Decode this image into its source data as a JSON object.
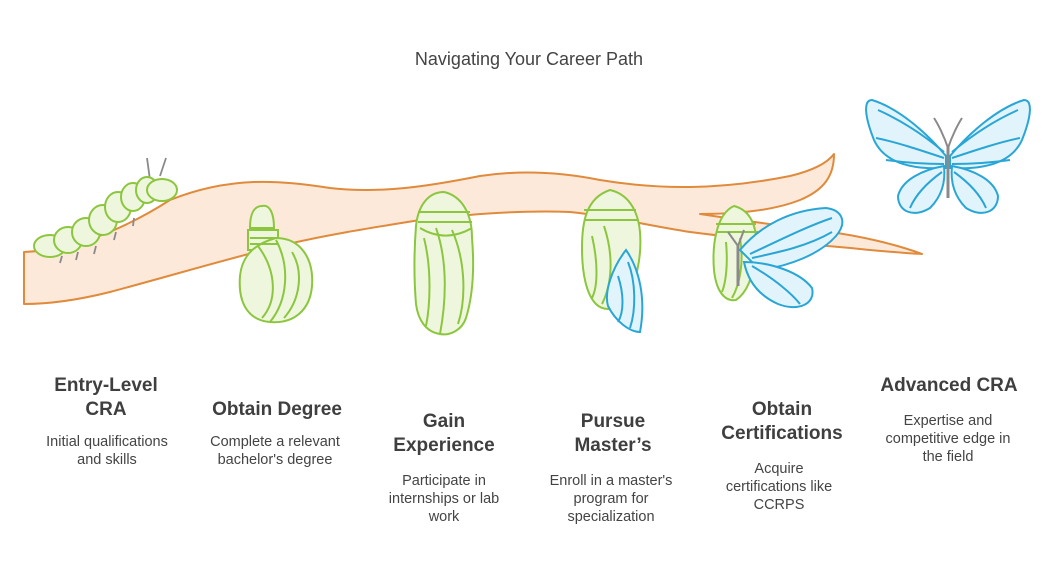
{
  "title": "Navigating Your Career Path",
  "colors": {
    "branch_fill": "#fde9da",
    "branch_stroke": "#e08a3b",
    "green_stroke": "#8cc63f",
    "green_fill": "#eef7de",
    "blue_stroke": "#2aa6d6",
    "blue_fill": "#e2f4fb",
    "gray_stroke": "#8a8a8a"
  },
  "stages": [
    {
      "title": "Entry-Level CRA",
      "description": "Initial qualifications and skills",
      "icon": "caterpillar-icon"
    },
    {
      "title": "Obtain Degree",
      "description": "Complete a relevant bachelor's degree",
      "icon": "small-cocoon-icon"
    },
    {
      "title": "Gain Experience",
      "description": "Participate in internships or lab work",
      "icon": "chrysalis-icon"
    },
    {
      "title": "Pursue Master’s",
      "description": "Enroll in a master's program for specialization",
      "icon": "chrysalis-emerging-icon"
    },
    {
      "title": "Obtain Certifications",
      "description": "Acquire certifications like CCRPS",
      "icon": "butterfly-emerging-icon"
    },
    {
      "title": "Advanced CRA",
      "description": "Expertise and competitive edge in the field",
      "icon": "butterfly-icon"
    }
  ]
}
